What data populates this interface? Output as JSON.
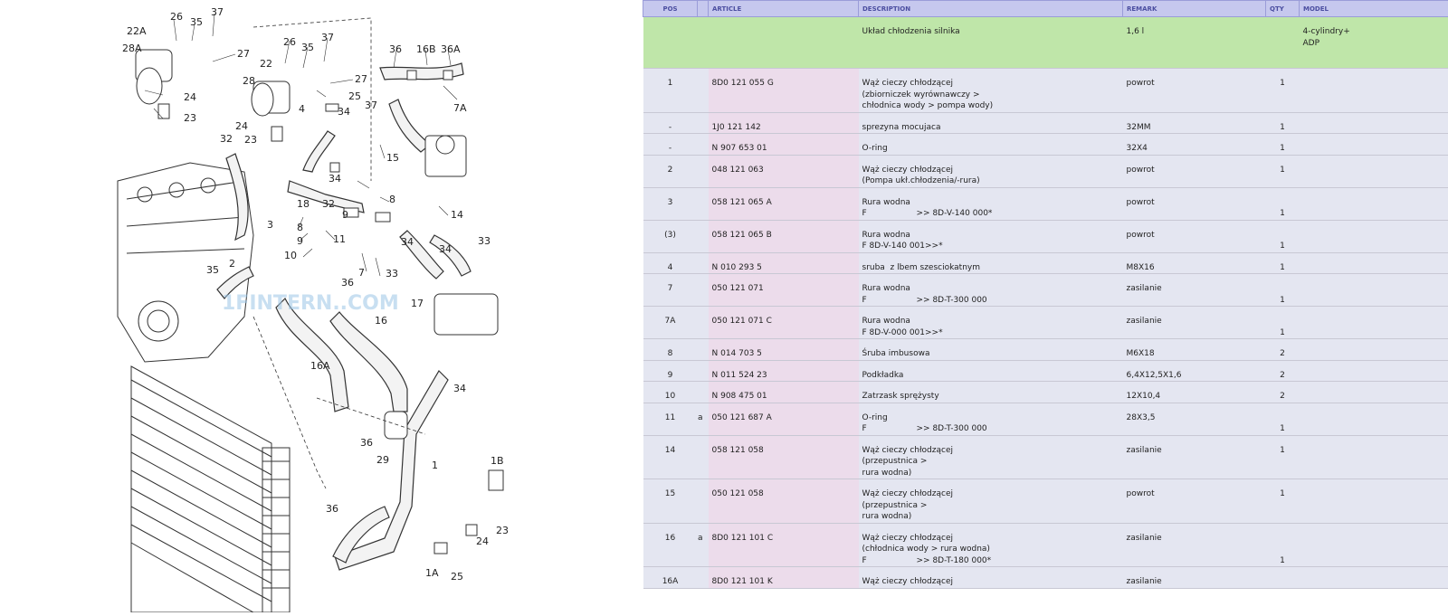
{
  "diagram": {
    "watermark": "1FINTERN..COM",
    "callouts": [
      "22A",
      "26",
      "35",
      "37",
      "27",
      "28A",
      "24",
      "23",
      "26",
      "35",
      "37",
      "22",
      "27",
      "28",
      "25",
      "36",
      "16B",
      "36A",
      "7A",
      "34",
      "37",
      "4",
      "24",
      "23",
      "32",
      "15",
      "34",
      "8",
      "18",
      "32",
      "9",
      "14",
      "3",
      "8",
      "11",
      "34",
      "33",
      "9",
      "10",
      "7",
      "33",
      "34",
      "17",
      "2",
      "35",
      "36",
      "16",
      "16A",
      "34",
      "36",
      "29",
      "1",
      "36",
      "1B",
      "23",
      "24",
      "1A",
      "25"
    ]
  },
  "table": {
    "columns": [
      "POS",
      "ARTICLE",
      "DESCRIPTION",
      "REMARK",
      "QTY",
      "MODEL"
    ],
    "header_row": {
      "description": "Układ chłodzenia silnika",
      "remark": "1,6 l",
      "model_lines": [
        "4-cylindry+",
        "ADP"
      ]
    },
    "rows": [
      {
        "pos": "1",
        "mark": "",
        "article": "8D0 121 055 G",
        "desc": [
          "Wąż cieczy chłodzącej",
          "(zbiorniczek wyrównawczy >",
          "chłodnica wody > pompa wody)"
        ],
        "remark": "powrot",
        "qty": "1",
        "qty_line": 0
      },
      {
        "pos": "-",
        "mark": "",
        "article": "1J0 121 142",
        "desc": [
          "sprezyna mocujaca"
        ],
        "remark": "32MM",
        "qty": "1",
        "qty_line": 0
      },
      {
        "pos": "-",
        "mark": "",
        "article": "N   907 653 01",
        "desc": [
          "O-ring"
        ],
        "remark": "32X4",
        "qty": "1",
        "qty_line": 0
      },
      {
        "pos": "2",
        "mark": "",
        "article": "048 121 063",
        "desc": [
          "Wąż cieczy chłodzącej",
          "(Pompa ukł.chłodzenia/-rura)"
        ],
        "remark": "powrot",
        "qty": "1",
        "qty_line": 0
      },
      {
        "pos": "3",
        "mark": "",
        "article": "058 121 065 A",
        "desc": [
          "Rura wodna",
          "F|>> 8D-V-140 000*"
        ],
        "remark": "powrot",
        "qty": "1",
        "qty_line": 1
      },
      {
        "pos": "(3)",
        "mark": "",
        "article": "058 121 065 B",
        "desc": [
          "Rura wodna",
          "F 8D-V-140 001>>*"
        ],
        "remark": "powrot",
        "qty": "1",
        "qty_line": 1
      },
      {
        "pos": "4",
        "mark": "",
        "article": "N   010 293 5",
        "desc": [
          "sruba  z lbem szesciokatnym"
        ],
        "remark": "M8X16",
        "qty": "1",
        "qty_line": 0
      },
      {
        "pos": "7",
        "mark": "",
        "article": "050 121 071",
        "desc": [
          "Rura wodna",
          "F|>> 8D-T-300 000"
        ],
        "remark": "zasilanie",
        "qty": "1",
        "qty_line": 1
      },
      {
        "pos": "7A",
        "mark": "",
        "article": "050 121 071 C",
        "desc": [
          "Rura wodna",
          "F 8D-V-000 001>>*"
        ],
        "remark": "zasilanie",
        "qty": "1",
        "qty_line": 1
      },
      {
        "pos": "8",
        "mark": "",
        "article": "N   014 703 5",
        "desc": [
          "Śruba imbusowa"
        ],
        "remark": "M6X18",
        "qty": "2",
        "qty_line": 0
      },
      {
        "pos": "9",
        "mark": "",
        "article": "N   011 524 23",
        "desc": [
          "Podkładka"
        ],
        "remark": "6,4X12,5X1,6",
        "qty": "2",
        "qty_line": 0
      },
      {
        "pos": "10",
        "mark": "",
        "article": "N   908 475 01",
        "desc": [
          "Zatrzask sprężysty"
        ],
        "remark": "12X10,4",
        "qty": "2",
        "qty_line": 0
      },
      {
        "pos": "11",
        "mark": "a",
        "article": "050 121 687 A",
        "desc": [
          "O-ring",
          "F|>> 8D-T-300 000"
        ],
        "remark": "28X3,5",
        "qty": "1",
        "qty_line": 1
      },
      {
        "pos": "14",
        "mark": "",
        "article": "058 121 058",
        "desc": [
          "Wąż cieczy chłodzącej",
          "(przepustnica >",
          "rura wodna)"
        ],
        "remark": "zasilanie",
        "qty": "1",
        "qty_line": 0
      },
      {
        "pos": "15",
        "mark": "",
        "article": "050 121 058",
        "desc": [
          "Wąż cieczy chłodzącej",
          "(przepustnica >",
          "rura wodna)"
        ],
        "remark": "powrot",
        "qty": "1",
        "qty_line": 0
      },
      {
        "pos": "16",
        "mark": "a",
        "article": "8D0 121 101 C",
        "desc": [
          "Wąż cieczy chłodzącej",
          "(chłodnica wody > rura wodna)",
          "F|>> 8D-T-180 000*"
        ],
        "remark": "zasilanie",
        "qty": "1",
        "qty_line": 2
      },
      {
        "pos": "16A",
        "mark": "",
        "article": "8D0 121 101 K",
        "desc": [
          "Wąż cieczy chłodzącej"
        ],
        "remark": "zasilanie",
        "qty": "",
        "qty_line": 0
      }
    ]
  }
}
